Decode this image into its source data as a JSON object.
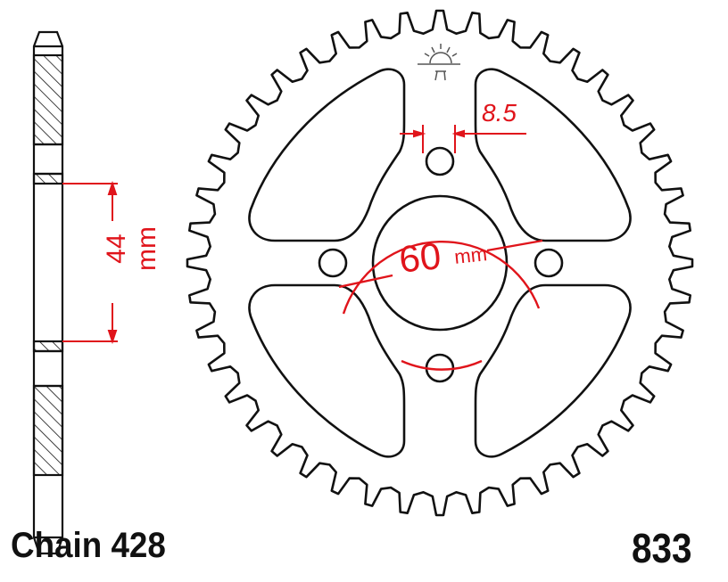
{
  "title": "Rear sprocket technical drawing",
  "labels": {
    "chain": "Chain 428",
    "part_number": "833",
    "hub_width": "44 mm",
    "bolt_hole": "8.5",
    "bolt_circle_value": "60",
    "bolt_circle_unit": "mm"
  },
  "colors": {
    "outline": "#111111",
    "dimension": "#e0141b",
    "background": "#ffffff"
  },
  "sprocket": {
    "teeth": 44,
    "cutouts": 4,
    "bolt_holes": 4
  }
}
